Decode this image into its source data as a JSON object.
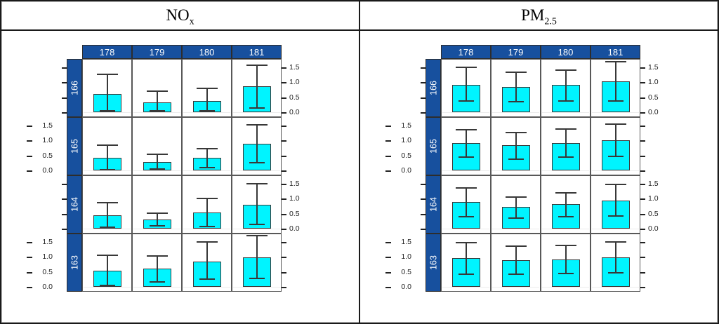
{
  "header": {
    "left_title": {
      "main": "NO",
      "sub": "x"
    },
    "right_title": {
      "main": "PM",
      "sub": "2.5"
    }
  },
  "colors": {
    "strip_bg": "#17509E",
    "strip_text": "#FFFFFF",
    "bar_fill": "#00F4FF",
    "bar_border": "#383838",
    "whisker": "#383838",
    "panel_border": "#585858",
    "axis_text": "#222222",
    "zero_line": "#ECECEC",
    "table_border": "#1A1A1A"
  },
  "chart_data": [
    {
      "type": "bar",
      "title": "NOx",
      "columns": [
        "178",
        "179",
        "180",
        "181"
      ],
      "rows": [
        "166",
        "165",
        "164",
        "163"
      ],
      "y_ticks": [
        0.0,
        0.5,
        1.0,
        1.5
      ],
      "y_tick_labels": [
        "0.0",
        "0.5",
        "1.0",
        "1.5"
      ],
      "ylim": [
        -0.14,
        1.79
      ],
      "axis_label_sides": [
        "right",
        "left",
        "right",
        "left"
      ],
      "grid": false,
      "error_bars": true,
      "panels": [
        [
          {
            "value": 0.6,
            "lo": 0.05,
            "hi": 1.25
          },
          {
            "value": 0.33,
            "lo": 0.04,
            "hi": 0.7
          },
          {
            "value": 0.38,
            "lo": 0.05,
            "hi": 0.8
          },
          {
            "value": 0.86,
            "lo": 0.14,
            "hi": 1.55
          }
        ],
        [
          {
            "value": 0.42,
            "lo": 0.03,
            "hi": 0.84
          },
          {
            "value": 0.29,
            "lo": 0.05,
            "hi": 0.53
          },
          {
            "value": 0.41,
            "lo": 0.1,
            "hi": 0.73
          },
          {
            "value": 0.88,
            "lo": 0.26,
            "hi": 1.52
          }
        ],
        [
          {
            "value": 0.44,
            "lo": 0.04,
            "hi": 0.85
          },
          {
            "value": 0.31,
            "lo": 0.09,
            "hi": 0.52
          },
          {
            "value": 0.53,
            "lo": 0.08,
            "hi": 1.0
          },
          {
            "value": 0.78,
            "lo": 0.13,
            "hi": 1.48
          }
        ],
        [
          {
            "value": 0.54,
            "lo": 0.05,
            "hi": 1.04
          },
          {
            "value": 0.6,
            "lo": 0.17,
            "hi": 1.02
          },
          {
            "value": 0.84,
            "lo": 0.26,
            "hi": 1.49
          },
          {
            "value": 0.97,
            "lo": 0.29,
            "hi": 1.7
          }
        ]
      ]
    },
    {
      "type": "bar",
      "title": "PM2.5",
      "columns": [
        "178",
        "179",
        "180",
        "181"
      ],
      "rows": [
        "166",
        "165",
        "164",
        "163"
      ],
      "y_ticks": [
        0.0,
        0.5,
        1.0,
        1.5
      ],
      "y_tick_labels": [
        "0.0",
        "0.5",
        "1.0",
        "1.5"
      ],
      "ylim": [
        -0.14,
        1.79
      ],
      "axis_label_sides": [
        "right",
        "left",
        "right",
        "left"
      ],
      "grid": false,
      "error_bars": true,
      "panels": [
        [
          {
            "value": 0.9,
            "lo": 0.38,
            "hi": 1.48
          },
          {
            "value": 0.84,
            "lo": 0.35,
            "hi": 1.32
          },
          {
            "value": 0.9,
            "lo": 0.38,
            "hi": 1.4
          },
          {
            "value": 1.02,
            "lo": 0.38,
            "hi": 1.67
          }
        ],
        [
          {
            "value": 0.9,
            "lo": 0.44,
            "hi": 1.36
          },
          {
            "value": 0.83,
            "lo": 0.38,
            "hi": 1.26
          },
          {
            "value": 0.9,
            "lo": 0.45,
            "hi": 1.37
          },
          {
            "value": 1.0,
            "lo": 0.46,
            "hi": 1.54
          }
        ],
        [
          {
            "value": 0.88,
            "lo": 0.4,
            "hi": 1.35
          },
          {
            "value": 0.71,
            "lo": 0.35,
            "hi": 1.05
          },
          {
            "value": 0.81,
            "lo": 0.4,
            "hi": 1.19
          },
          {
            "value": 0.92,
            "lo": 0.42,
            "hi": 1.46
          }
        ],
        [
          {
            "value": 0.95,
            "lo": 0.43,
            "hi": 1.46
          },
          {
            "value": 0.89,
            "lo": 0.41,
            "hi": 1.35
          },
          {
            "value": 0.91,
            "lo": 0.45,
            "hi": 1.38
          },
          {
            "value": 0.97,
            "lo": 0.46,
            "hi": 1.5
          }
        ]
      ]
    }
  ]
}
